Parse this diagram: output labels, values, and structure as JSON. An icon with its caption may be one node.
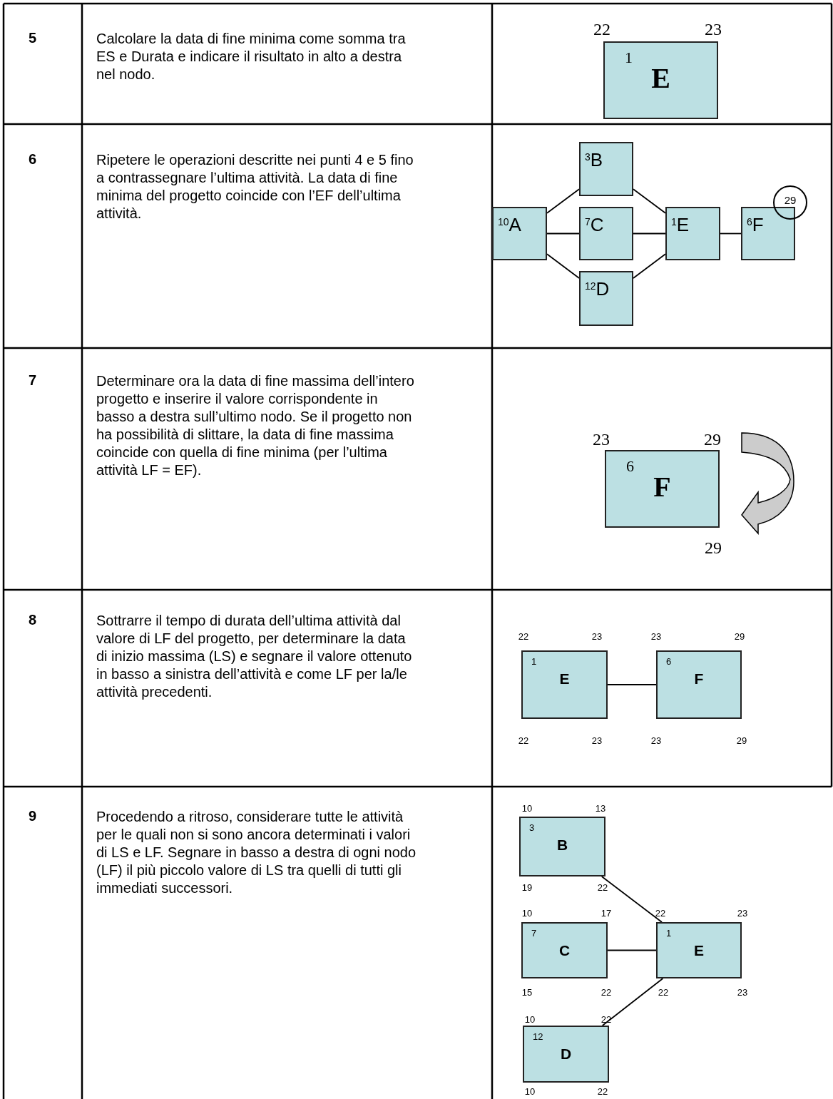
{
  "diagram": {
    "nodes": [
      {
        "text": [
          "1",
          "E"
        ],
        "beside": [
          "22",
          "23"
        ]
      },
      {
        "text": [
          "10",
          "A"
        ]
      },
      {
        "text": [
          "3",
          "B"
        ]
      },
      {
        "text": [
          "7",
          "C"
        ]
      },
      {
        "text": [
          "12",
          "D"
        ]
      },
      {
        "text": [
          "1",
          "E"
        ]
      },
      {
        "text": [
          "6",
          "F"
        ]
      },
      {
        "text": [
          "29"
        ]
      },
      {
        "text": [
          "6",
          "F"
        ],
        "beside": [
          "23",
          "29",
          "29"
        ]
      },
      {
        "text": [
          "1",
          "E"
        ],
        "beside": [
          "22",
          "23",
          "22",
          "23"
        ]
      },
      {
        "text": [
          "6",
          "F"
        ],
        "beside": [
          "23",
          "29",
          "23",
          "29"
        ]
      },
      {
        "text": [
          "3",
          "B"
        ],
        "beside": [
          "10",
          "13",
          "19",
          "22"
        ]
      },
      {
        "text": [
          "7",
          "C"
        ],
        "beside": [
          "10",
          "17",
          "15",
          "22"
        ]
      },
      {
        "text": [
          "1",
          "E"
        ],
        "beside": [
          "22",
          "23",
          "22",
          "23"
        ]
      },
      {
        "text": [
          "12",
          "D"
        ],
        "beside": [
          "10",
          "22",
          "10",
          "22"
        ]
      }
    ],
    "edges": [
      {
        "from": 1,
        "to": 2,
        "arrow": "none"
      },
      {
        "from": 1,
        "to": 3,
        "arrow": "none"
      },
      {
        "from": 1,
        "to": 4,
        "arrow": "none"
      },
      {
        "from": 2,
        "to": 5,
        "arrow": "none"
      },
      {
        "from": 3,
        "to": 5,
        "arrow": "none"
      },
      {
        "from": 4,
        "to": 5,
        "arrow": "none"
      },
      {
        "from": 5,
        "to": 6,
        "arrow": "none"
      },
      {
        "from": 9,
        "to": 10,
        "arrow": "none"
      },
      {
        "from": 11,
        "to": 13,
        "arrow": "none"
      },
      {
        "from": 12,
        "to": 13,
        "arrow": "none"
      },
      {
        "from": 14,
        "to": 13,
        "arrow": "none"
      }
    ],
    "labels": [
      "5",
      "Calcolare la data di fine minima come somma tra ES e Durata e indicare il risultato in alto a destra nel nodo.",
      "6",
      "Ripetere le operazioni descritte nei punti 4 e 5 fino a contrassegnare l’ultima attività. La data di fine minima del progetto coincide con l’EF dell’ultima attività.",
      "7",
      "Determinare ora la data di fine massima dell’intero progetto e inserire il valore corrispondente in basso a destra sull’ultimo nodo. Se il progetto non ha possibilità di slittare, la data di fine massima coincide con quella di fine minima (per l’ultima attività LF = EF).",
      "8",
      "Sottrarre il tempo di durata dell’ultima attività dal valore di LF del progetto, per determinare la data di inizio massima (LS) e segnare il valore ottenuto in basso a sinistra dell’attività e come LF per la/le attività precedenti.",
      "9",
      "Procedendo a ritroso, considerare tutte le attività per le quali non si sono ancora determinati i valori di LS e LF. Segnare in basso a destra di ogni nodo (LF) il più piccolo valore di LS tra quelli di tutti gli immediati successori."
    ]
  }
}
